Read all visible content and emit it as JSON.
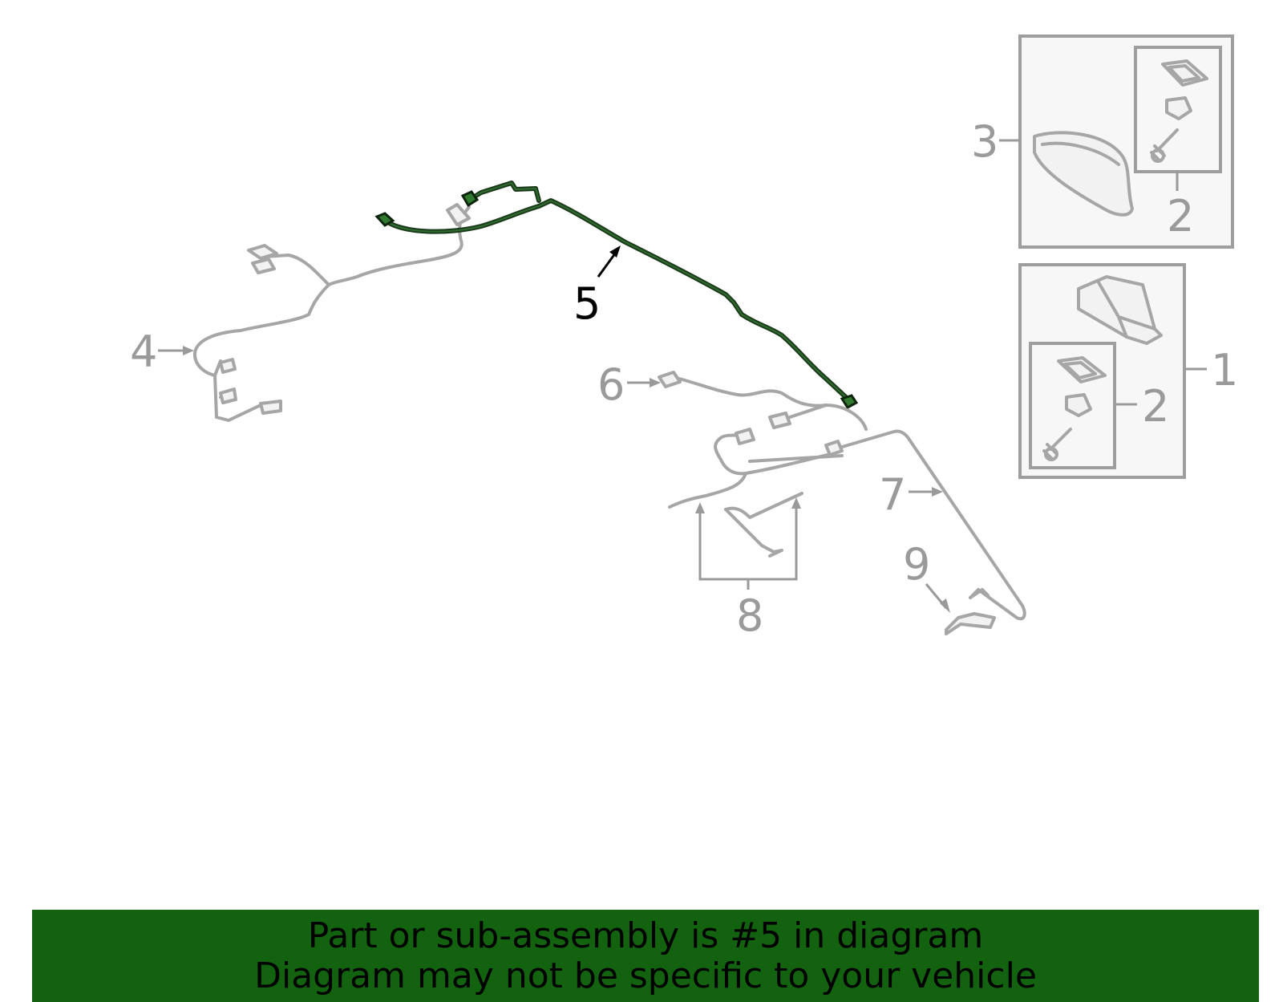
{
  "callouts": {
    "c1": "1",
    "c2a": "2",
    "c2b": "2",
    "c3": "3",
    "c4": "4",
    "c5": "5",
    "c6": "6",
    "c7": "7",
    "c8": "8",
    "c9": "9"
  },
  "highlight": {
    "part": "5",
    "color": "#13620f"
  },
  "banner": {
    "line1": "Part or sub-assembly is #5 in diagram",
    "line2": "Diagram may not be specific to your vehicle"
  }
}
